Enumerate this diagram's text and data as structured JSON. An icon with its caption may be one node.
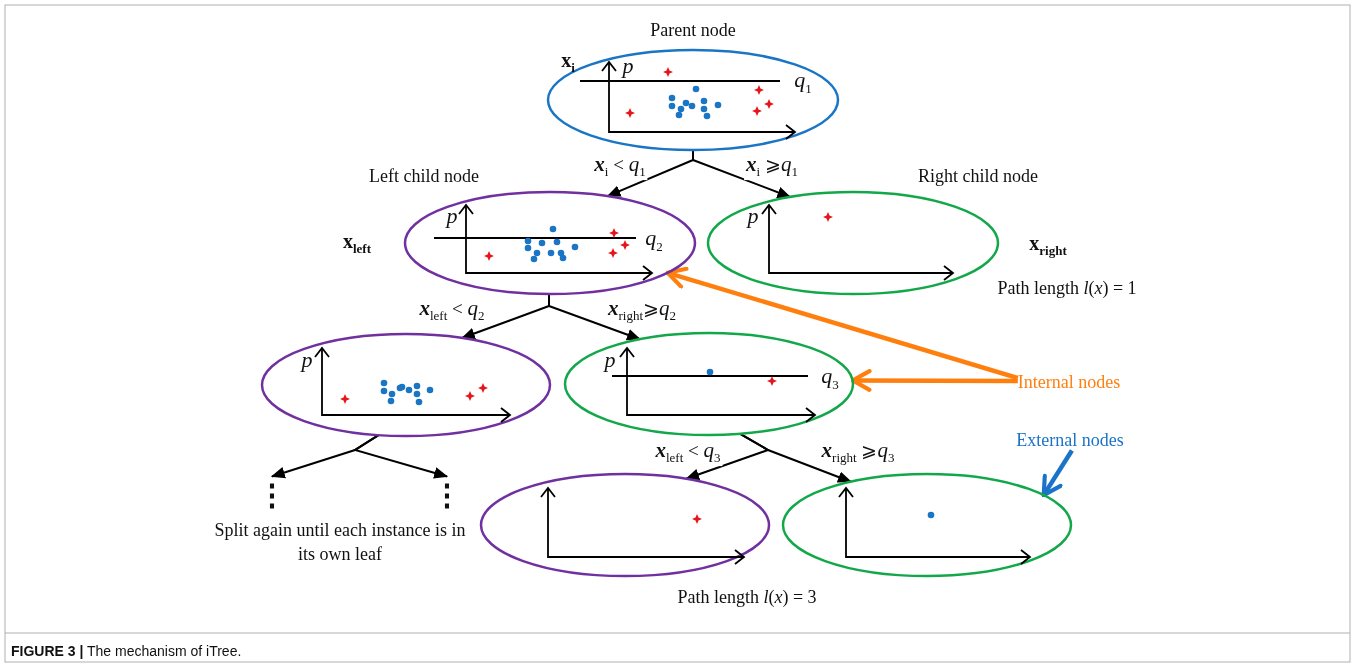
{
  "diagram": {
    "caption": "**FIGURE 3 |** The mechanism of iTree.",
    "nodes": [
      {
        "text": [
          "Parent node",
          "p",
          "q$_{1}$"
        ],
        "beside": [
          "x$_{i}$"
        ]
      },
      {
        "text": [
          "Left child node",
          "p",
          "q$_{2}$"
        ],
        "beside": [
          "x$_{left}$"
        ]
      },
      {
        "text": [
          "Right child node",
          "p"
        ],
        "beside": [
          "x$_{right}$",
          "Path length *l*(*x*) = 1"
        ]
      },
      {
        "text": [
          "p"
        ]
      },
      {
        "text": [
          "p",
          "q$_{3}$"
        ]
      },
      {
        "text": [],
        "shape": "ellipse"
      },
      {
        "text": [],
        "shape": "ellipse"
      },
      {
        "text": [
          "⋮"
        ]
      },
      {
        "text": [
          "⋮"
        ]
      },
      {
        "text": [
          "Internal nodes"
        ]
      },
      {
        "text": [
          "External nodes"
        ]
      }
    ],
    "edges": [
      {
        "from": 0,
        "to": 1,
        "arrow": "to",
        "label": "**x**$_{i}$ < *q*$_{1}$"
      },
      {
        "from": 0,
        "to": 2,
        "arrow": "to",
        "label": "**x**$_{i}$ ⩾*q*$_{1}$"
      },
      {
        "from": 1,
        "to": 3,
        "arrow": "to",
        "label": "**x**$_{left}$ < *q*$_{2}$"
      },
      {
        "from": 1,
        "to": 4,
        "arrow": "to",
        "label": "**x**$_{right}$⩾*q*$_{2}$"
      },
      {
        "from": 3,
        "to": 7,
        "arrow": "to"
      },
      {
        "from": 3,
        "to": 8,
        "arrow": "to"
      },
      {
        "from": 4,
        "to": 5,
        "arrow": "to",
        "label": "**x**$_{left}$ < *q*$_{3}$"
      },
      {
        "from": 4,
        "to": 6,
        "arrow": "to",
        "label": "**x**$_{right}$ ⩾*q*$_{3}$"
      },
      {
        "from": 9,
        "to": 1,
        "arrow": "to",
        "style": "thick",
        "color": "#ff7f0e"
      },
      {
        "from": 9,
        "to": 4,
        "arrow": "to",
        "style": "thick",
        "color": "#ff7f0e"
      },
      {
        "from": 10,
        "to": 6,
        "arrow": "to",
        "style": "thick",
        "color": "#1a73c8"
      }
    ],
    "labels": [
      "Split again until each instance is in its own leaf",
      "Path length *l*(*x*) = 3"
    ]
  }
}
